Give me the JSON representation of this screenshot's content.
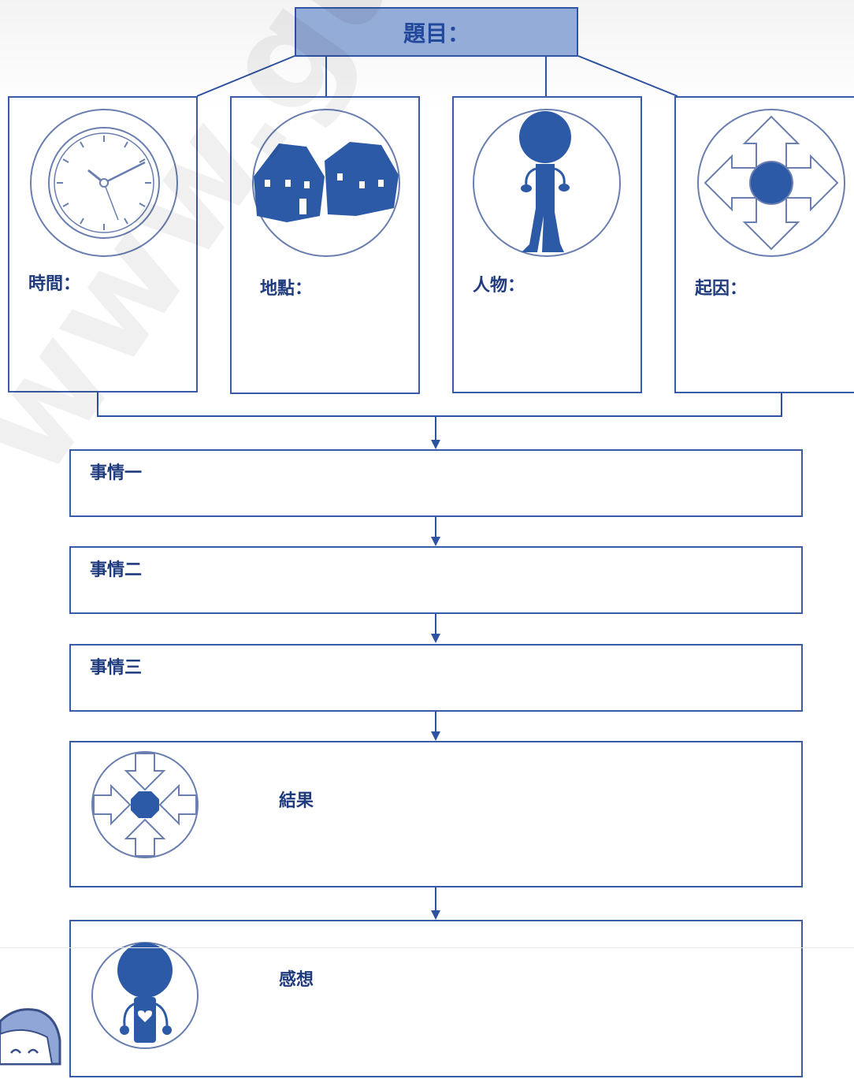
{
  "title": {
    "label": "題目："
  },
  "cards": [
    {
      "label": "時間：",
      "icon": "clock-icon"
    },
    {
      "label": "地點：",
      "icon": "houses-icon"
    },
    {
      "label": "人物：",
      "icon": "person-icon"
    },
    {
      "label": "起因：",
      "icon": "outward-arrows-icon"
    }
  ],
  "events": [
    {
      "label": "事情一"
    },
    {
      "label": "事情二"
    },
    {
      "label": "事情三"
    }
  ],
  "result": {
    "label": "結果",
    "icon": "inward-arrows-icon"
  },
  "reflection": {
    "label": "感想",
    "icon": "person-heart-icon"
  },
  "watermark": "www.guduzheng.net",
  "colors": {
    "accent": "#2d52a0",
    "title_fill": "#94acd8",
    "icon_blue": "#2c5aa6"
  }
}
